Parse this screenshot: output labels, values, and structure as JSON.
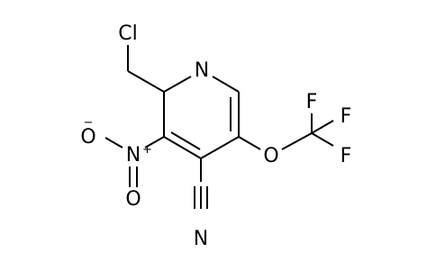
{
  "molecule": {
    "atoms": {
      "cl": "Cl",
      "n_ring": "N",
      "n_nitro": "N",
      "nitro_plus": "+",
      "o_minus_symbol": "O",
      "o_minus_charge": "−",
      "o_double": "O",
      "n_nitrile": "N",
      "o_ether": "O",
      "f_top": "F",
      "f_right_top": "F",
      "f_right_bottom": "F"
    }
  }
}
